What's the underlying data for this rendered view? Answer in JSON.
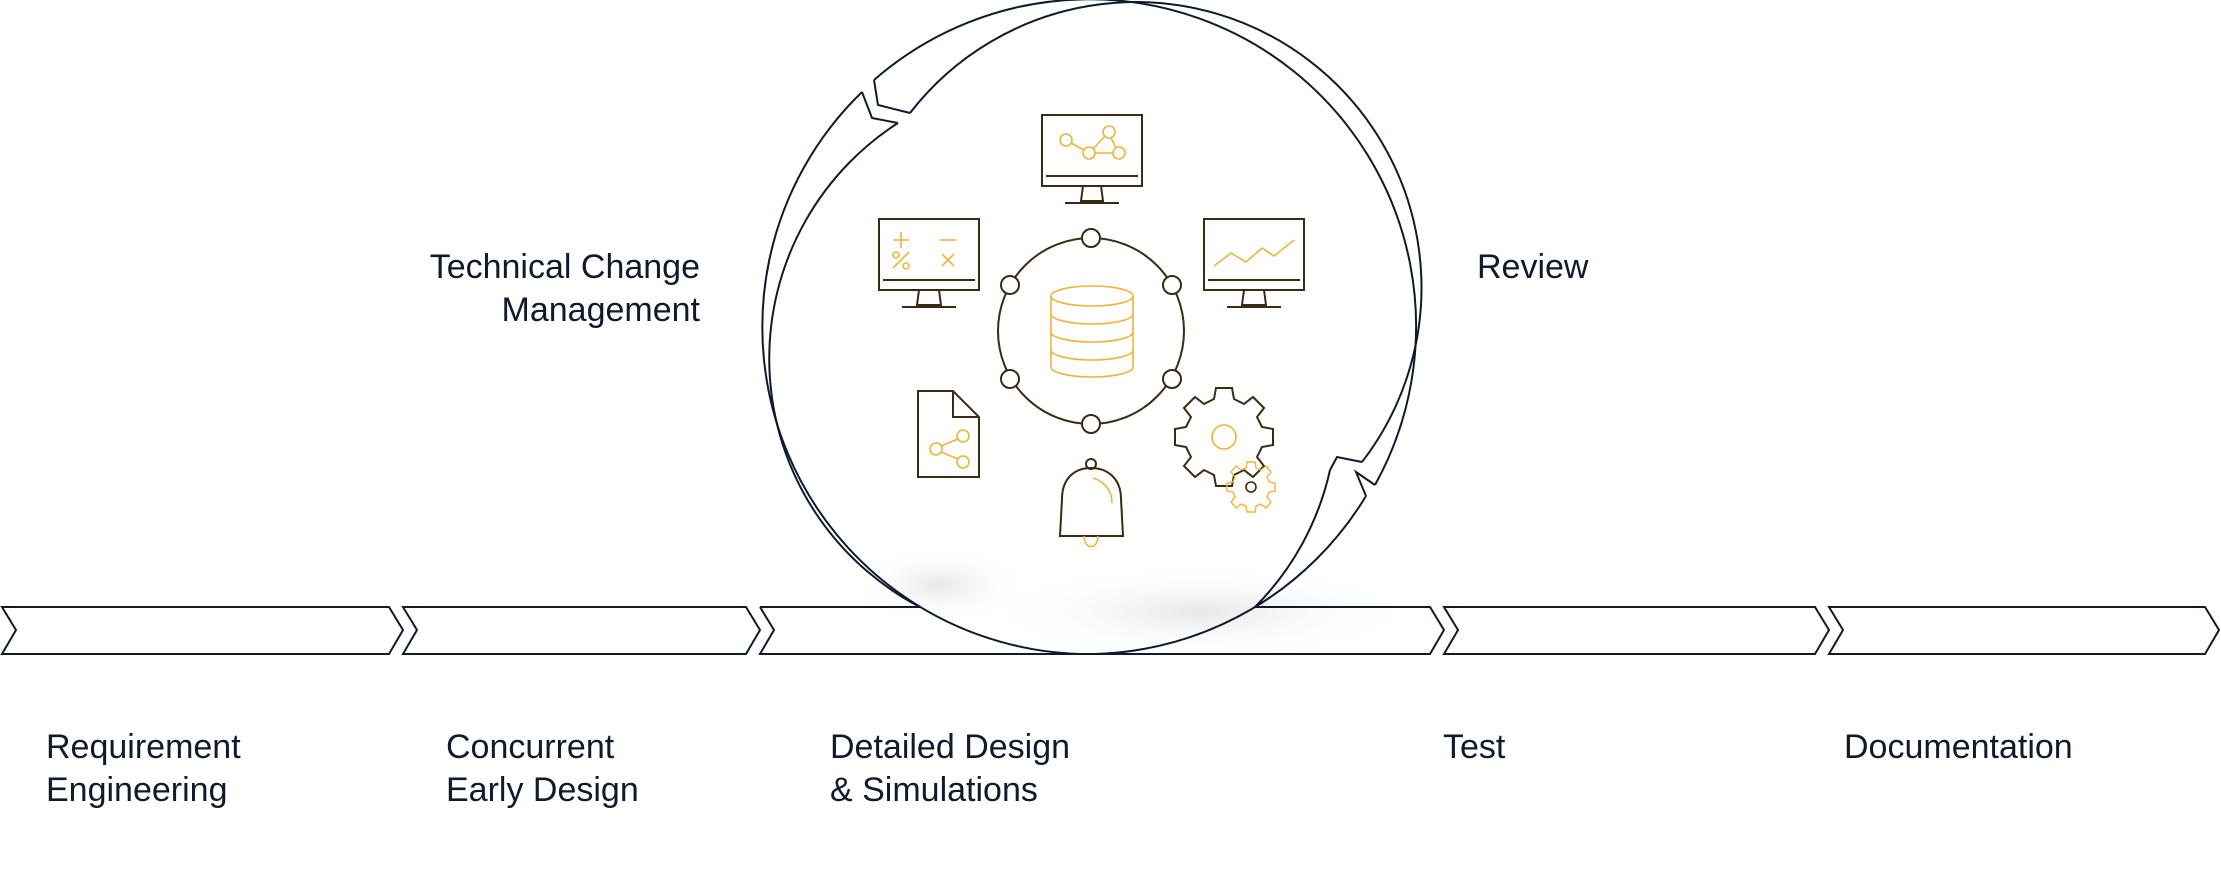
{
  "diagram": {
    "colors": {
      "outline": "#0f1a2c",
      "icon_dark": "#3a2b13",
      "accent": "#f0b43c",
      "shadow": "#e9e9e9"
    },
    "cycle": {
      "label_left": [
        "Technical Change",
        "Management"
      ],
      "label_right": "Review",
      "center_icon": "database-icon",
      "icons": [
        "network-monitor-icon",
        "calculator-monitor-icon",
        "chart-monitor-icon",
        "shared-document-icon",
        "settings-gears-icon",
        "notification-bell-icon"
      ]
    },
    "phases": [
      {
        "id": "requirement",
        "lines": [
          "Requirement",
          "Engineering"
        ]
      },
      {
        "id": "concurrent",
        "lines": [
          "Concurrent",
          "Early Design"
        ]
      },
      {
        "id": "detailed",
        "lines": [
          "Detailed Design",
          "& Simulations"
        ]
      },
      {
        "id": "test",
        "lines": [
          "Test"
        ]
      },
      {
        "id": "documentation",
        "lines": [
          "Documentation"
        ]
      }
    ]
  }
}
